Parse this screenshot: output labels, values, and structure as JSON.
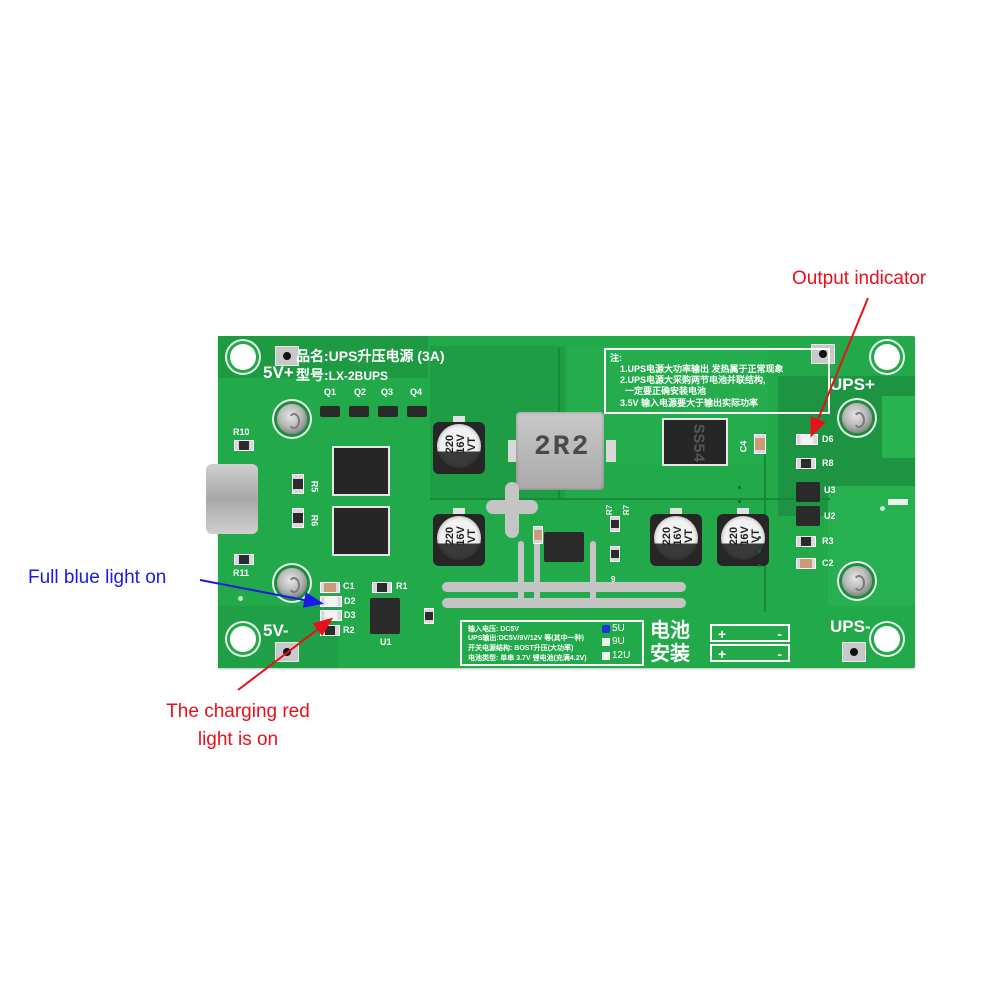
{
  "board": {
    "product_name_label": "品名:",
    "product_name": "UPS升压电源 (3A)",
    "model_label": "型号:",
    "model": "LX-2BUPS",
    "colors": {
      "pcb_green": "#22a94a",
      "silkscreen": "#ffffff",
      "blue_callout": "#1a1ae6",
      "red_callout": "#e8101a"
    },
    "terminals": {
      "in_pos": "5V+",
      "in_neg": "5V-",
      "out_pos": "UPS+",
      "out_neg": "UPS-"
    },
    "component_labels": {
      "q1": "Q1",
      "q2": "Q2",
      "q3": "Q3",
      "q4": "Q4",
      "r10": "R10",
      "r11": "R11",
      "r5": "R5",
      "r6": "R6",
      "c1": "C1",
      "d2": "D2",
      "d3": "D3",
      "r2": "R2",
      "r1": "R1",
      "u1": "U1",
      "c4": "C4",
      "d6": "D6",
      "r8": "R8",
      "u3": "U3",
      "u2": "U2",
      "r3": "R3",
      "c2": "C2",
      "r7a": "R7",
      "r7b": "R7",
      "r9": "9"
    },
    "inductor_marking": "2R2",
    "diode_marking": "SS54",
    "capacitor_marking": [
      "220",
      "16V",
      "VT"
    ],
    "notes": {
      "title": "注:",
      "lines": [
        "1.UPS电源大功率输出 发热属于正常现象",
        "2.UPS电源大采购两节电池并联结构,",
        "  一定要正确安装电池",
        "3.5V 输入电源要大于输出实际功率"
      ]
    },
    "specs": {
      "lines": [
        "输入电压: DC5V",
        "UPS输出:DC5V/9V/12V 等(其中一种)",
        "开关电源结构: BOST升压(大功率)",
        "电池类型: 单串 3.7V 锂电池(充满4.2V)"
      ],
      "voltage_options": [
        {
          "label": "5U",
          "selected": true
        },
        {
          "label": "9U",
          "selected": false
        },
        {
          "label": "12U",
          "selected": false
        }
      ]
    },
    "battery_install": {
      "label_line1": "电池",
      "label_line2": "安装",
      "cells": [
        {
          "pos": "+",
          "neg": "-"
        },
        {
          "pos": "+",
          "neg": "-"
        }
      ]
    }
  },
  "callouts": {
    "full_blue": "Full blue light on",
    "charging_red_line1": "The charging red",
    "charging_red_line2": "light is on",
    "output_indicator": "Output indicator"
  }
}
